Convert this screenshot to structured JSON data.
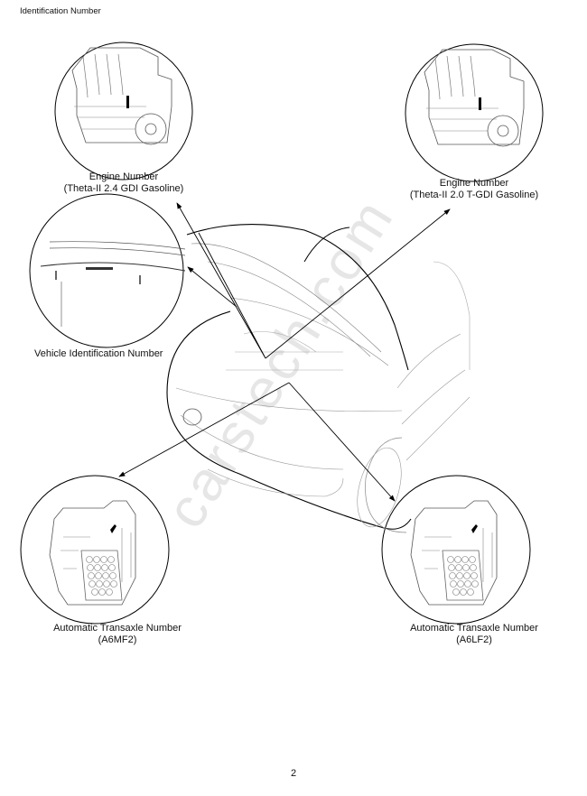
{
  "header": {
    "title": "Identification Number"
  },
  "labels": {
    "engine_left": {
      "line1": "Engine Number",
      "line2": "(Theta-II 2.4 GDI Gasoline)"
    },
    "engine_right": {
      "line1": "Engine Number",
      "line2": "(Theta-II 2.0 T-GDI Gasoline)"
    },
    "vin": "Vehicle Identification Number",
    "transaxle_left": {
      "line1": "Automatic Transaxle Number",
      "line2": "(A6MF2)"
    },
    "transaxle_right": {
      "line1": "Automatic Transaxle Number",
      "line2": "(A6LF2)"
    }
  },
  "watermark": "carstech.com",
  "footer": {
    "page_number": "2"
  }
}
